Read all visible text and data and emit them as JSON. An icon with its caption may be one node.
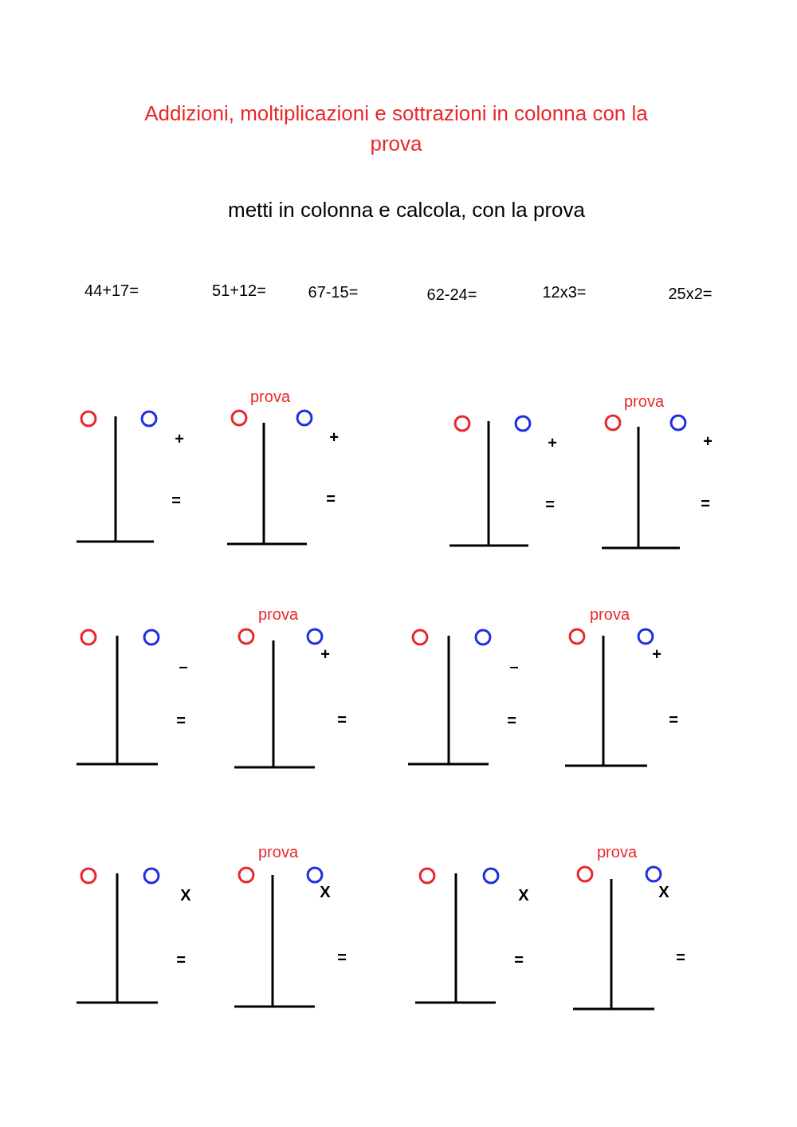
{
  "diagram": {
    "title": "Addizioni, moltiplicazioni e sottrazioni in colonna con la prova",
    "labels": [
      "metti in colonna e calcola, con la prova",
      "44+17=",
      "51+12=",
      "67-15=",
      "62-24=",
      "12x3=",
      "25x2=",
      "prova",
      "prova",
      "+",
      "+",
      "+",
      "+",
      "=",
      "=",
      "=",
      "=",
      "prova",
      "prova",
      "–",
      "+",
      "–",
      "+",
      "=",
      "=",
      "=",
      "=",
      "prova",
      "prova",
      "X",
      "X",
      "X",
      "X",
      "=",
      "=",
      "=",
      "="
    ]
  }
}
